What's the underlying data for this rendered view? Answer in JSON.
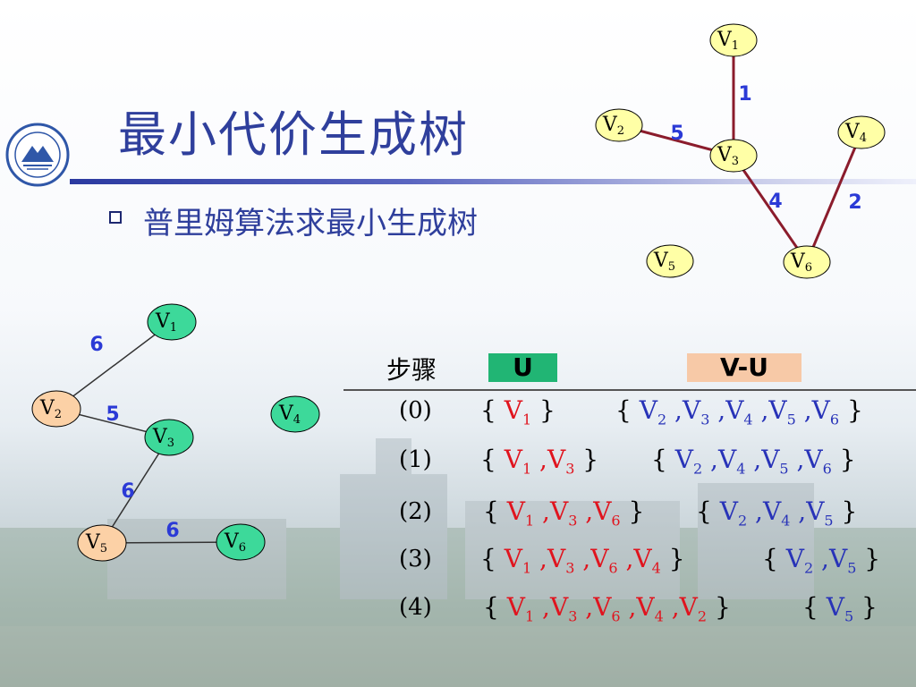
{
  "slide": {
    "title": "最小代价生成树",
    "bullet": "普里姆算法求最小生成树"
  },
  "colors": {
    "title_blue": "#2f3f9c",
    "node_yellow": "#ffffa6",
    "node_green": "#3dd99a",
    "node_orange": "#fcd1a6",
    "edge_dark_red": "#8b1c2c",
    "weight_blue": "#2b3ad6",
    "u_header_green": "#21b574",
    "vu_header_orange": "#f7c9a7",
    "u_text_red": "#e0141e",
    "vu_text_blue": "#2833b8"
  },
  "result_tree": {
    "nodes": [
      {
        "id": "V1",
        "letter": "V",
        "sub": "1"
      },
      {
        "id": "V2",
        "letter": "V",
        "sub": "2"
      },
      {
        "id": "V3",
        "letter": "V",
        "sub": "3"
      },
      {
        "id": "V4",
        "letter": "V",
        "sub": "4"
      },
      {
        "id": "V5",
        "letter": "V",
        "sub": "5"
      },
      {
        "id": "V6",
        "letter": "V",
        "sub": "6"
      }
    ],
    "edges": [
      {
        "from": "V1",
        "to": "V3",
        "weight": "1"
      },
      {
        "from": "V2",
        "to": "V3",
        "weight": "5"
      },
      {
        "from": "V3",
        "to": "V6",
        "weight": "4"
      },
      {
        "from": "V4",
        "to": "V6",
        "weight": "2"
      }
    ]
  },
  "candidate_graph": {
    "nodes": [
      {
        "id": "V1",
        "letter": "V",
        "sub": "1"
      },
      {
        "id": "V2",
        "letter": "V",
        "sub": "2"
      },
      {
        "id": "V3",
        "letter": "V",
        "sub": "3"
      },
      {
        "id": "V4",
        "letter": "V",
        "sub": "4"
      },
      {
        "id": "V5",
        "letter": "V",
        "sub": "5"
      },
      {
        "id": "V6",
        "letter": "V",
        "sub": "6"
      }
    ],
    "edges": [
      {
        "from": "V1",
        "to": "V2",
        "weight": "6"
      },
      {
        "from": "V2",
        "to": "V3",
        "weight": "5"
      },
      {
        "from": "V3",
        "to": "V5",
        "weight": "6"
      },
      {
        "from": "V5",
        "to": "V6",
        "weight": "6"
      }
    ]
  },
  "table": {
    "header_step": "步骤",
    "header_u": "U",
    "header_vu": "V-U",
    "rows": [
      {
        "step": "(0)",
        "u": [
          "1"
        ],
        "vu": [
          "2",
          "3",
          "4",
          "5",
          "6"
        ]
      },
      {
        "step": "(1)",
        "u": [
          "1",
          "3"
        ],
        "vu": [
          "2",
          "4",
          "5",
          "6"
        ]
      },
      {
        "step": "(2)",
        "u": [
          "1",
          "3",
          "6"
        ],
        "vu": [
          "2",
          "4",
          "5"
        ]
      },
      {
        "step": "(3)",
        "u": [
          "1",
          "3",
          "6",
          "4"
        ],
        "vu": [
          "2",
          "5"
        ]
      },
      {
        "step": "(4)",
        "u": [
          "1",
          "3",
          "6",
          "4",
          "2"
        ],
        "vu": [
          "5"
        ]
      }
    ],
    "vertex_letter": "V",
    "open_brace": "{",
    "close_brace": "}"
  }
}
